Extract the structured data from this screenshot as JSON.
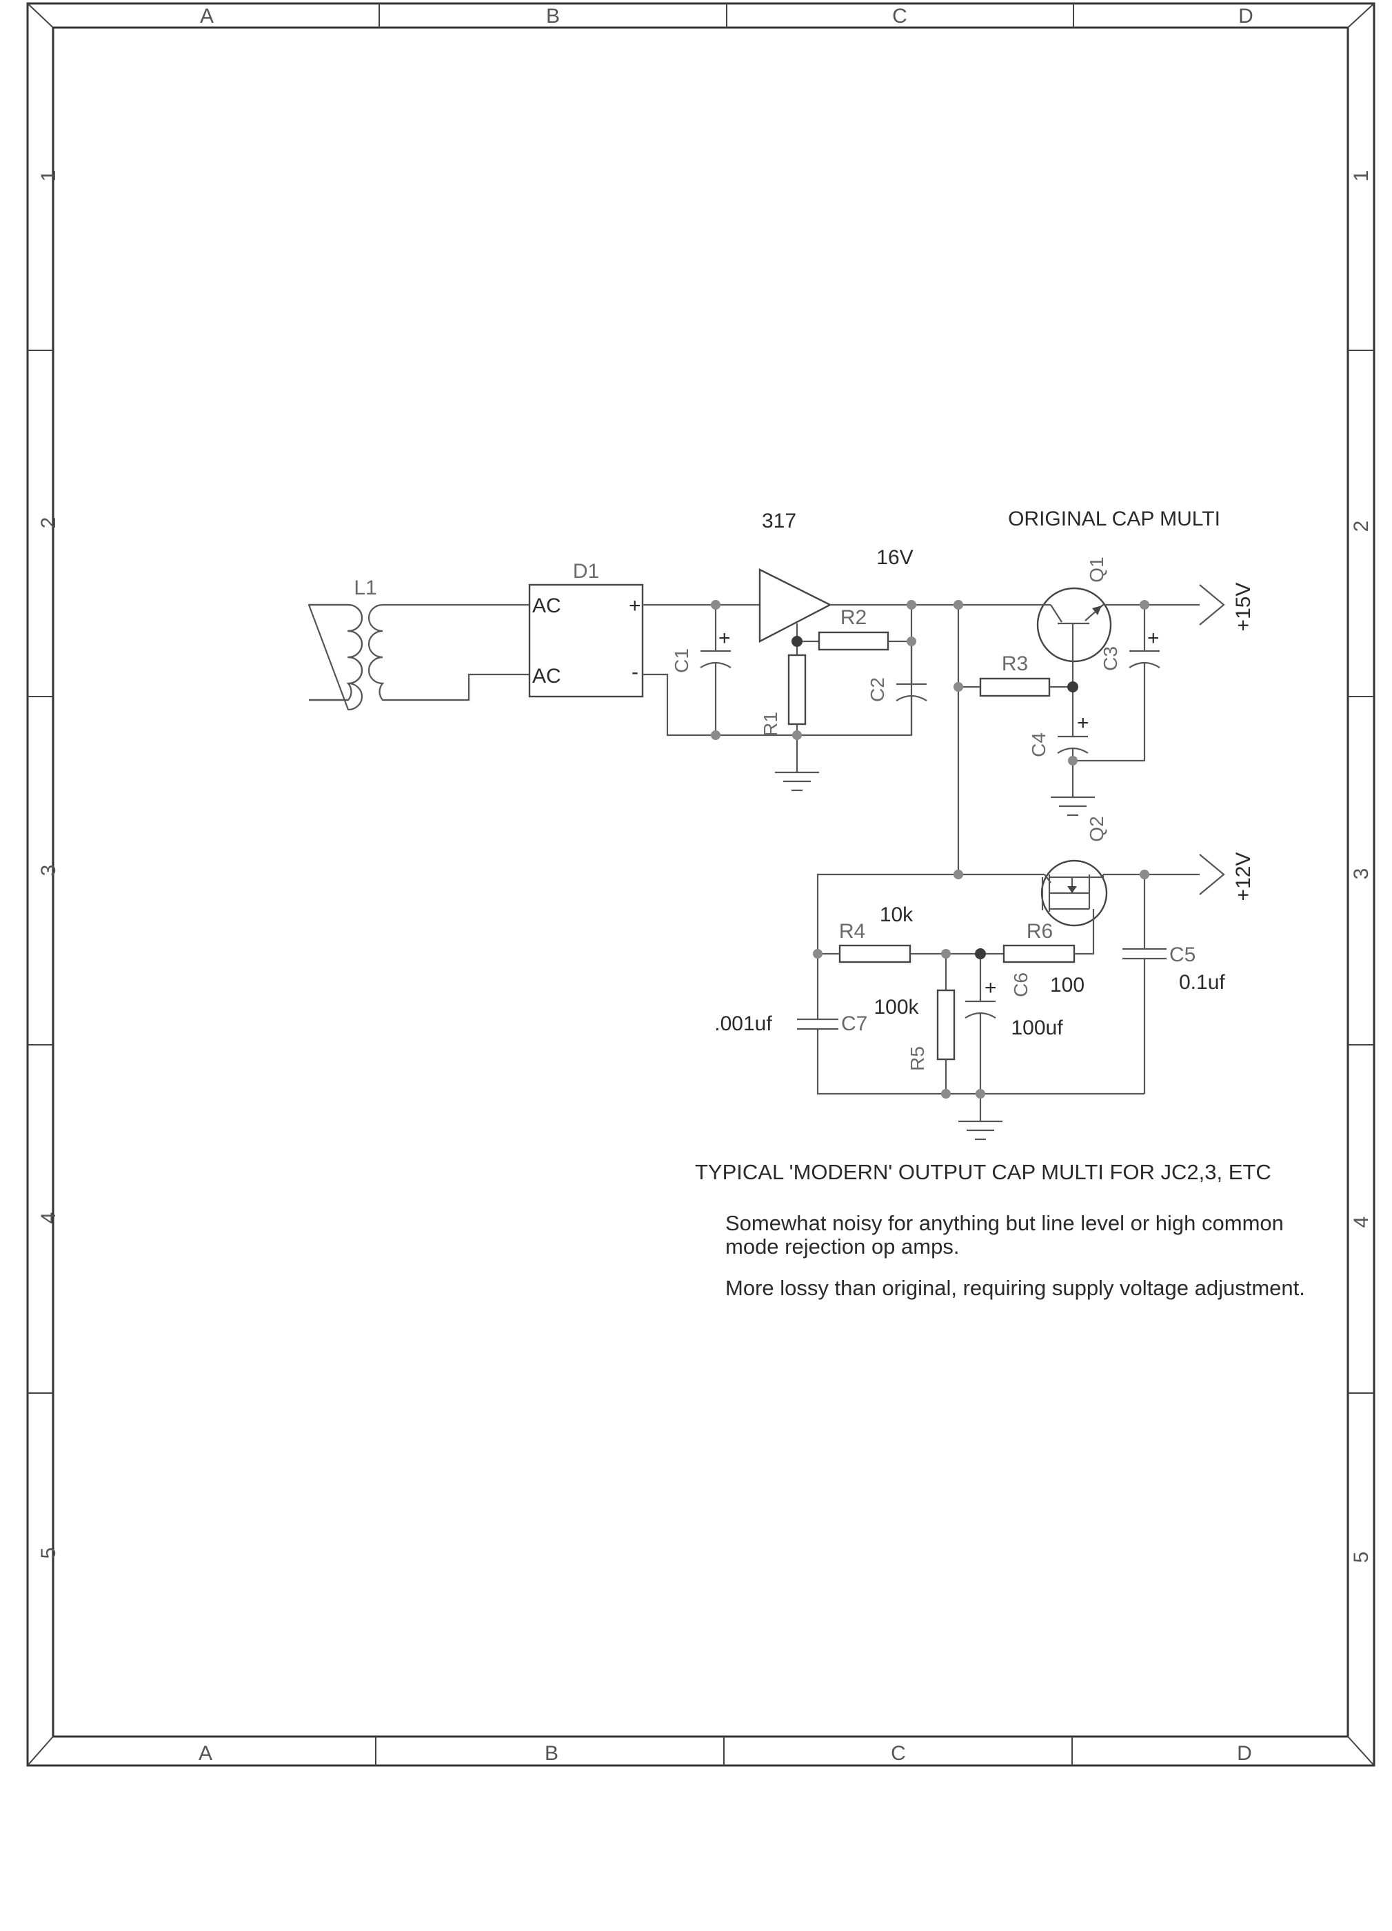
{
  "frame": {
    "columns": [
      "A",
      "B",
      "C",
      "D"
    ],
    "rows": [
      "1",
      "2",
      "3",
      "4",
      "5"
    ]
  },
  "parts": {
    "L1": "L1",
    "D1": "D1",
    "D1_ac_top": "AC",
    "D1_ac_bottom": "AC",
    "D1_plus": "+",
    "D1_minus": "-",
    "C1": "C1",
    "R1": "R1",
    "R2": "R2",
    "C2": "C2",
    "Q1": "Q1",
    "R3": "R3",
    "C3": "C3",
    "C4": "C4",
    "Q2": "Q2",
    "R4": "R4",
    "R5": "R5",
    "R6": "R6",
    "C5": "C5",
    "C6": "C6",
    "C7": "C7",
    "plus": "+"
  },
  "values": {
    "regulator": "317",
    "v16": "16V",
    "out15": "+15V",
    "out12": "+12V",
    "r4": "10k",
    "r5": "100k",
    "r6": "100",
    "c5": "0.1uf",
    "c6": "100uf",
    "c7": ".001uf"
  },
  "titles": {
    "original": "ORIGINAL CAP MULTI",
    "modern": "TYPICAL 'MODERN' OUTPUT CAP MULTI FOR JC2,3, ETC"
  },
  "notes": {
    "line1": "Somewhat noisy for anything but line level or high common",
    "line2": "mode rejection op amps.",
    "line3": "More lossy than original, requiring supply voltage adjustment."
  }
}
